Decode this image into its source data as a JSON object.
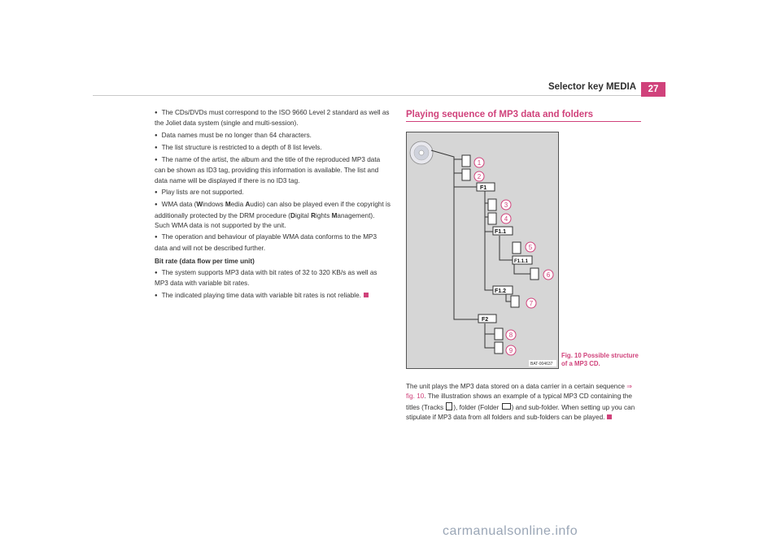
{
  "header": {
    "title": "Selector key MEDIA",
    "page_number": "27"
  },
  "left_column": {
    "bullets": [
      "The CDs/DVDs must correspond to the ISO 9660 Level 2 standard as well as the Joliet data system (single and multi-session).",
      "Data names must be no longer than 64 characters.",
      "The list structure is restricted to a depth of 8 list levels.",
      "The name of the artist, the album and the title of the reproduced MP3 data can be shown as ID3 tag, providing this information is available. The list and data name will be displayed if there is no ID3 tag.",
      "Play lists are not supported."
    ],
    "wma_bullet": {
      "p1": "WMA data (",
      "w": "W",
      "p2": "indows ",
      "m": "M",
      "p3": "edia ",
      "a": "A",
      "p4": "udio) can also be played even if the copyright is additionally protected by the DRM procedure (",
      "d": "D",
      "p5": "igital ",
      "r": "R",
      "p6": "ights ",
      "m2": "M",
      "p7": "anagement). Such WMA data is not supported by the unit."
    },
    "bullet_after": "The operation and behaviour of playable WMA data conforms to the MP3 data and will not be described further.",
    "subheading": "Bit rate (data flow per time unit)",
    "bitrate_bullets": [
      "The system supports MP3 data with bit rates of 32 to 320 KB/s as well as MP3 data with variable bit rates.",
      "The indicated playing time data with variable bit rates is not reliable."
    ]
  },
  "right_column": {
    "section_title": "Playing sequence of MP3 data and folders",
    "figure": {
      "code": "BAT-004637",
      "folders": [
        "F1",
        "F1.1",
        "F1.1.1",
        "F1.2",
        "F2"
      ],
      "tracks": [
        "1",
        "2",
        "3",
        "4",
        "5",
        "6",
        "7",
        "8",
        "9"
      ]
    },
    "caption": "Fig. 10   Possible structure of a MP3 CD.",
    "paragraph": {
      "p1": "The unit plays the MP3 data stored on a data carrier in a certain sequence ",
      "ref": "⇒ fig. 10",
      "p2": ". The illustration shows an example of a typical MP3 CD containing the titles (Tracks ",
      "p3": "), folder (Folder ",
      "p4": ") and sub-folder. When setting up you can stipulate if MP3 data from all folders and sub-folders can be played."
    }
  },
  "footer": {
    "watermark": "carmanualsonline.info"
  },
  "colors": {
    "accent": "#d0427b",
    "figure_bg": "#d6d6d6"
  }
}
